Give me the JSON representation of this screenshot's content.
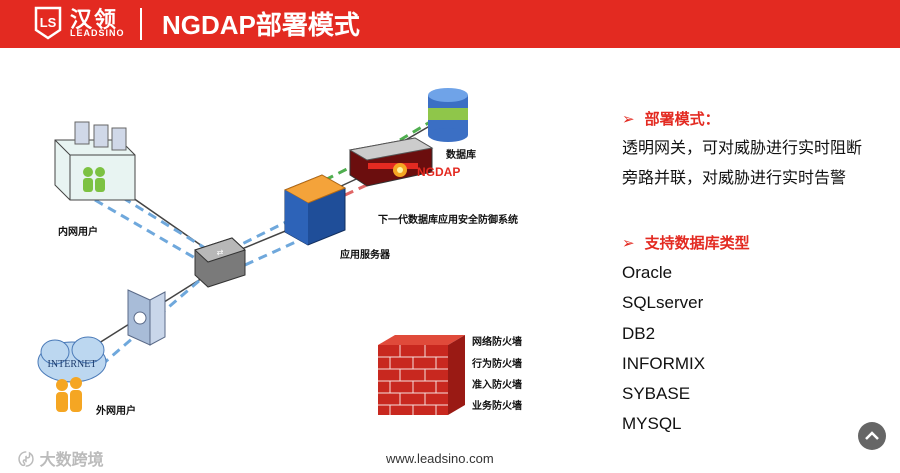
{
  "brand": {
    "logo_mark": "LS",
    "name_cn": "汉领",
    "name_en": "LEADSINO"
  },
  "slide": {
    "title": "NGDAP部署模式"
  },
  "diagram": {
    "internal_users": "内网用户",
    "external_users": "外网用户",
    "internet": "INTERNET",
    "app_server": "应用服务器",
    "database": "数据库",
    "ngdap_name": "NGDAP",
    "ngdap_desc": "下一代数据库应用安全防御系统",
    "firewall_types": [
      "网络防火墙",
      "行为防火墙",
      "准入防火墙",
      "业务防火墙"
    ]
  },
  "deployment": {
    "heading": "部署模式：",
    "lines": [
      "透明网关，可对威胁进行实时阻断",
      "旁路并联，对威胁进行实时告警"
    ]
  },
  "db_support": {
    "heading": "支持数据库类型",
    "items": [
      "Oracle",
      "SQLserver",
      "DB2",
      "INFORMIX",
      "SYBASE",
      "MYSQL"
    ]
  },
  "footer": {
    "url": "www.leadsino.com",
    "watermark": "大数跨境"
  },
  "colors": {
    "brand_red": "#e32a21",
    "dashed_blue": "#6fa8dc",
    "dashed_green": "#4fae4f",
    "brick": "#c8281f"
  }
}
